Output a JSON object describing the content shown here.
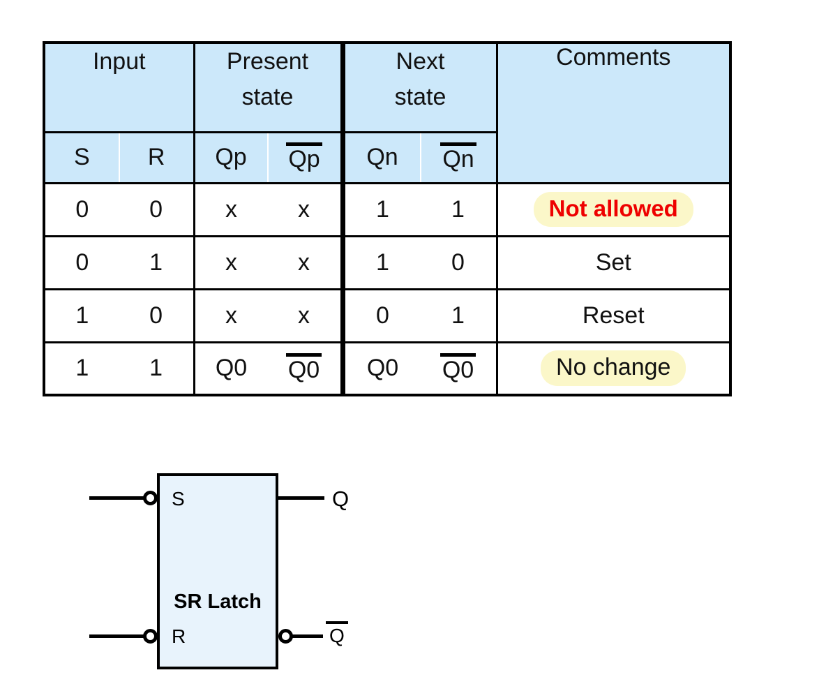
{
  "colors": {
    "header_bg": "#cce8fa",
    "latch_bg": "#e8f3fc",
    "not_allowed_red": "#ee0000",
    "highlight_yellow": "#fbf7c9",
    "line_black": "#000000"
  },
  "table": {
    "header": {
      "input": "Input",
      "present_line1": "Present",
      "present_line2": "state",
      "next_line1": "Next",
      "next_line2": "state",
      "comments": "Comments",
      "s": "S",
      "r": "R",
      "qp": "Qp",
      "qp_bar": "Qp",
      "qn": "Qn",
      "qn_bar": "Qn"
    },
    "rows": [
      {
        "s": "0",
        "r": "0",
        "qp": "x",
        "qp_bar": "x",
        "qn": "1",
        "qn_bar": "1",
        "comment": "Not allowed"
      },
      {
        "s": "0",
        "r": "1",
        "qp": "x",
        "qp_bar": "x",
        "qn": "1",
        "qn_bar": "0",
        "comment": "Set"
      },
      {
        "s": "1",
        "r": "0",
        "qp": "x",
        "qp_bar": "x",
        "qn": "0",
        "qn_bar": "1",
        "comment": "Reset"
      },
      {
        "s": "1",
        "r": "1",
        "qp": "Q0",
        "qp_bar": "Q0",
        "qn": "Q0",
        "qn_bar": "Q0",
        "comment": "No change"
      }
    ]
  },
  "latch": {
    "title": "SR Latch",
    "s_pin": "S",
    "r_pin": "R",
    "q_out": "Q",
    "q_bar_out": "Q"
  }
}
